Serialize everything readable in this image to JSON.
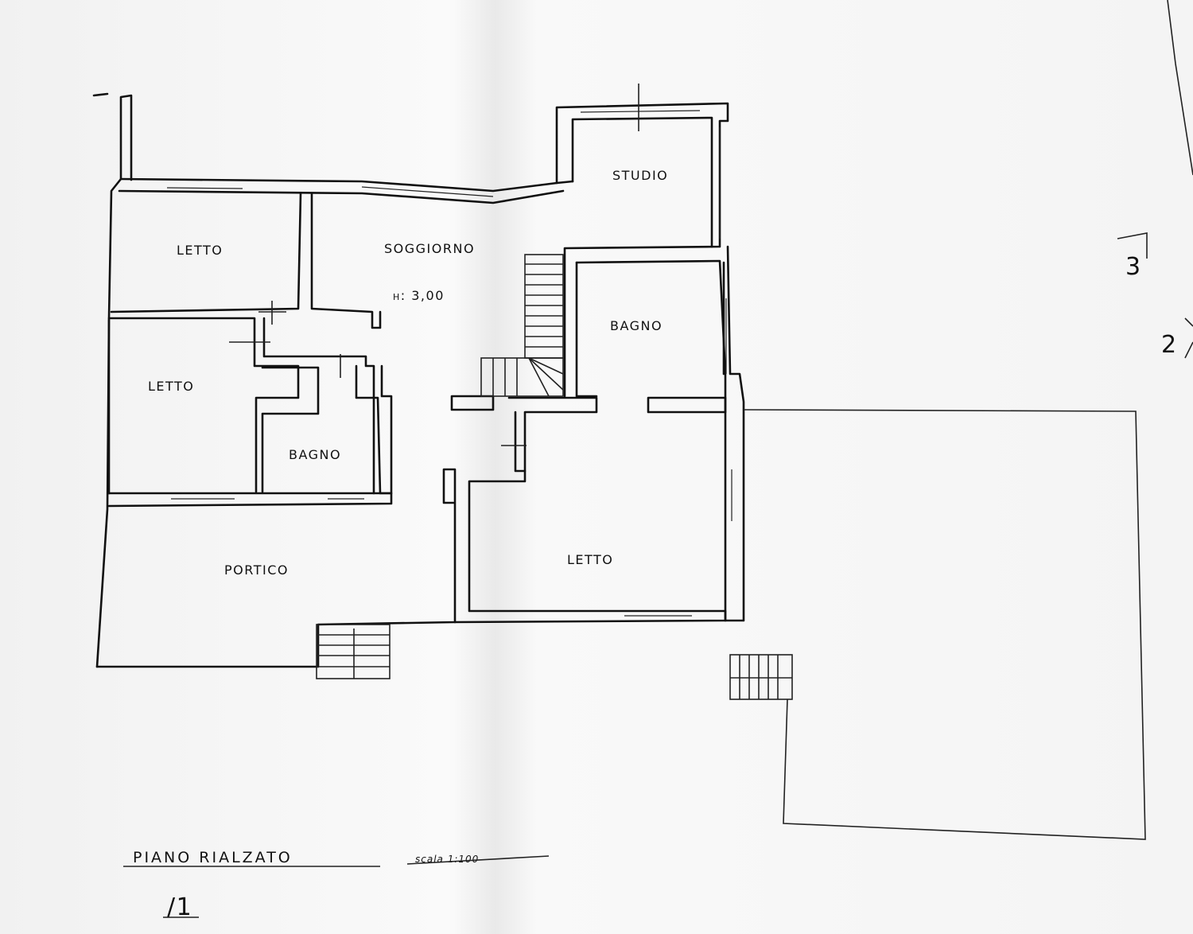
{
  "plan": {
    "rooms": {
      "letto_1": "LETTO",
      "soggiorno": "SOGGIORNO",
      "height": "h: 3,00",
      "studio": "STUDIO",
      "letto_2": "LETTO",
      "bagno_1": "BAGNO",
      "bagno_2": "BAGNO",
      "portico": "PORTICO",
      "letto_3": "LETTO"
    },
    "footer": {
      "title": "PIANO RIALZATO",
      "scale": "scala 1:100",
      "sheet_number": "/1"
    },
    "margin_marks": {
      "mark_3": "3",
      "mark_2": "2"
    }
  }
}
